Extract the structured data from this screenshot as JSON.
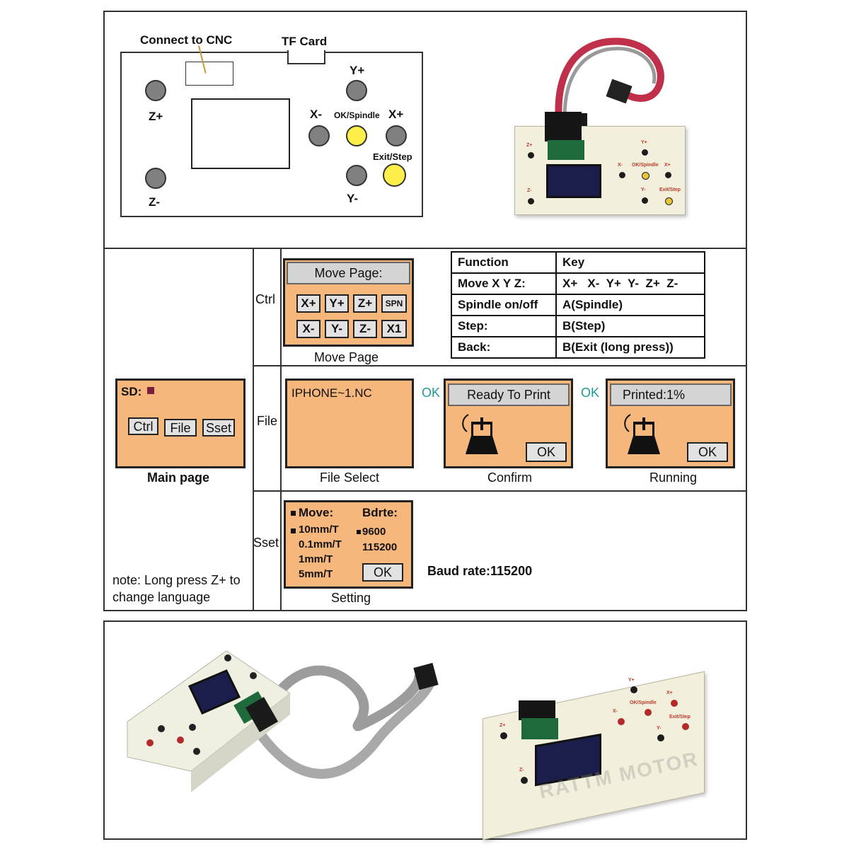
{
  "diagram": {
    "labels": {
      "connect": "Connect to CNC",
      "tf_card": "TF Card",
      "z_plus": "Z+",
      "z_minus": "Z-",
      "y_plus": "Y+",
      "y_minus": "Y-",
      "x_minus": "X-",
      "x_plus": "X+",
      "ok_spindle": "OK/Spindle",
      "exit_step": "Exit/Step"
    }
  },
  "photo1": {
    "labels": [
      "Z+",
      "Z-",
      "Y+",
      "X-",
      "OK/Spindle",
      "X+",
      "Y-",
      "Exit/Step"
    ]
  },
  "main_page": {
    "sd": "SD:",
    "buttons": [
      "Ctrl",
      "File",
      "Sset"
    ],
    "caption": "Main page",
    "note": "note: Long press Z+ to change language"
  },
  "rows": {
    "ctrl": "Ctrl",
    "file": "File",
    "sset": "Sset"
  },
  "move_page": {
    "title": "Move Page:",
    "keys_row1": [
      "X+",
      "Y+",
      "Z+",
      "SPN"
    ],
    "keys_row2": [
      "X-",
      "Y-",
      "Z-",
      "X1"
    ],
    "caption": "Move Page"
  },
  "function_table": {
    "header": [
      "Function",
      "Key"
    ],
    "rows": [
      [
        "Move X Y Z:",
        "X+   X-  Y+  Y-  Z+  Z-"
      ],
      [
        "Spindle on/off",
        "A(Spindle)"
      ],
      [
        "Step:",
        "B(Step)"
      ],
      [
        "Back:",
        "B(Exit (long press))"
      ]
    ]
  },
  "file_select": {
    "filename": "IPHONE~1.NC",
    "caption": "File Select"
  },
  "ok_arrow": "OK",
  "confirm": {
    "title": "Ready To Print",
    "ok": "OK",
    "caption": "Confirm"
  },
  "running": {
    "title": "Printed:1%",
    "ok": "OK",
    "caption": "Running"
  },
  "setting": {
    "move_title": "Move:",
    "bdrte_title": "Bdrte:",
    "move_options": [
      "10mm/T",
      "0.1mm/T",
      "1mm/T",
      "5mm/T"
    ],
    "baud_options": [
      "9600",
      "115200"
    ],
    "ok": "OK",
    "caption": "Setting",
    "baud_rate": "Baud rate:115200"
  },
  "photo_bottom_right": {
    "labels": [
      "Y+",
      "Z+",
      "X-",
      "OK/Spindle",
      "X+",
      "Y-",
      "Exit/Step",
      "Z-"
    ],
    "watermark": "RATTM MOTOR"
  },
  "colors": {
    "screen": "#f6b77c",
    "yellow_button": "#ffef4a",
    "grey_button": "#808080",
    "ok_text": "#1e9a9a",
    "cable_red": "#c0304a",
    "oled": "#1b1e4a"
  }
}
